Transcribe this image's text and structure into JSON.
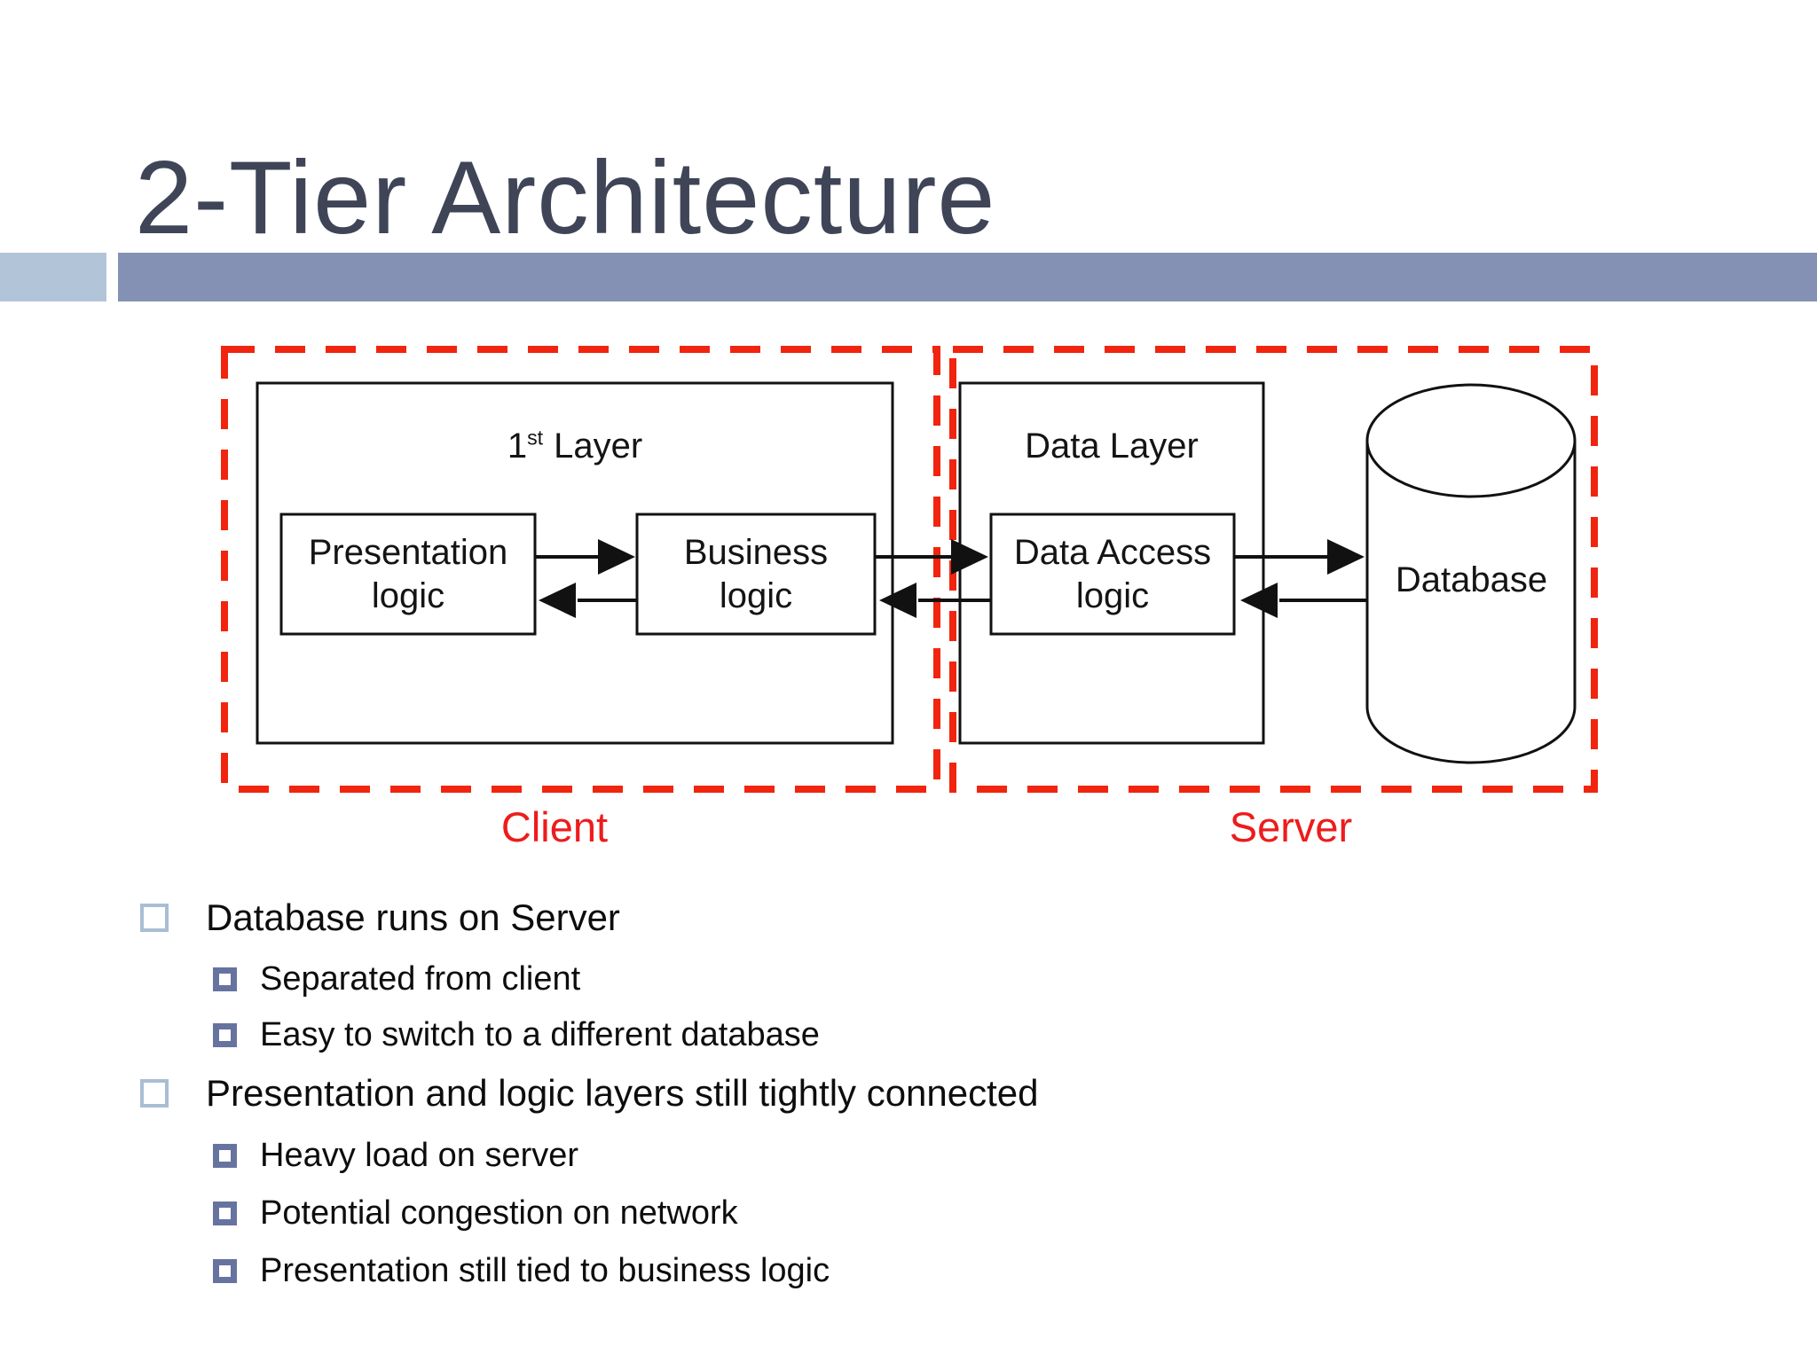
{
  "title": "2-Tier Architecture",
  "colors": {
    "title_text": "#3f4557",
    "accent_bar": "#8491b5",
    "accent_square": "#b2c5d8",
    "red": "#ee2213",
    "diagram_line": "#111111",
    "bullet_level1_marker": "#a9bed2",
    "bullet_level2_marker": "#67739f",
    "body_text": "#0d0d0d"
  },
  "diagram": {
    "first_layer": {
      "number": "1",
      "ordinal": "st",
      "word": "Layer"
    },
    "data_layer_label": "Data Layer",
    "presentation_box": {
      "line1": "Presentation",
      "line2": "logic"
    },
    "business_box": {
      "line1": "Business",
      "line2": "logic"
    },
    "data_access_box": {
      "line1": "Data Access",
      "line2": "logic"
    },
    "database_label": "Database",
    "client_label": "Client",
    "server_label": "Server"
  },
  "bullets": [
    {
      "level": 1,
      "text": "Database runs on Server"
    },
    {
      "level": 2,
      "text": "Separated from client"
    },
    {
      "level": 2,
      "text": "Easy to switch to a different database"
    },
    {
      "level": 1,
      "text": "Presentation and logic layers still tightly connected"
    },
    {
      "level": 2,
      "text": "Heavy load on server"
    },
    {
      "level": 2,
      "text": "Potential congestion on network"
    },
    {
      "level": 2,
      "text": "Presentation still tied to business logic"
    }
  ]
}
